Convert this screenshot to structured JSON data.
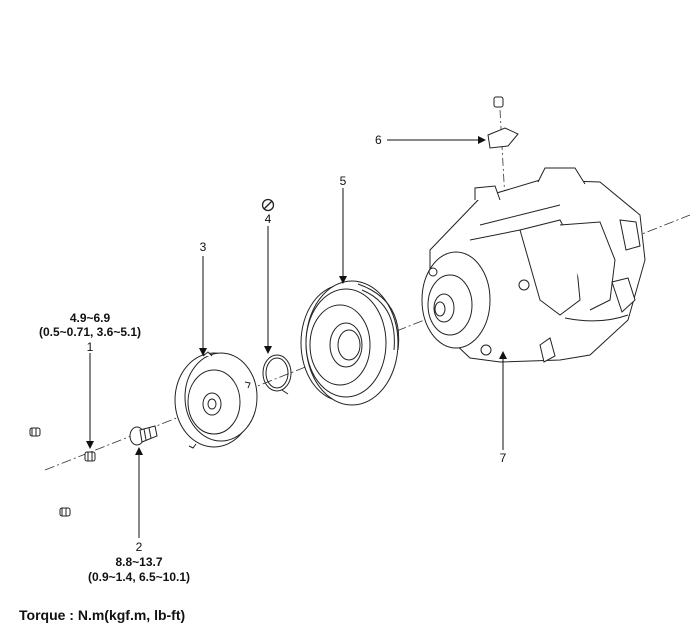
{
  "callouts": {
    "p1": {
      "number": "1",
      "torque_nm": "4.9~6.9",
      "torque_alt": "(0.5~0.71, 3.6~5.1)"
    },
    "p2": {
      "number": "2",
      "torque_nm": "8.8~13.7",
      "torque_alt": "(0.9~1.4, 6.5~10.1)"
    },
    "p3": {
      "number": "3"
    },
    "p4": {
      "number": "4"
    },
    "p5": {
      "number": "5"
    },
    "p6": {
      "number": "6"
    },
    "p7": {
      "number": "7"
    }
  },
  "footer": {
    "torque_note": "Torque : N.m(kgf.m, lb-ft)"
  }
}
